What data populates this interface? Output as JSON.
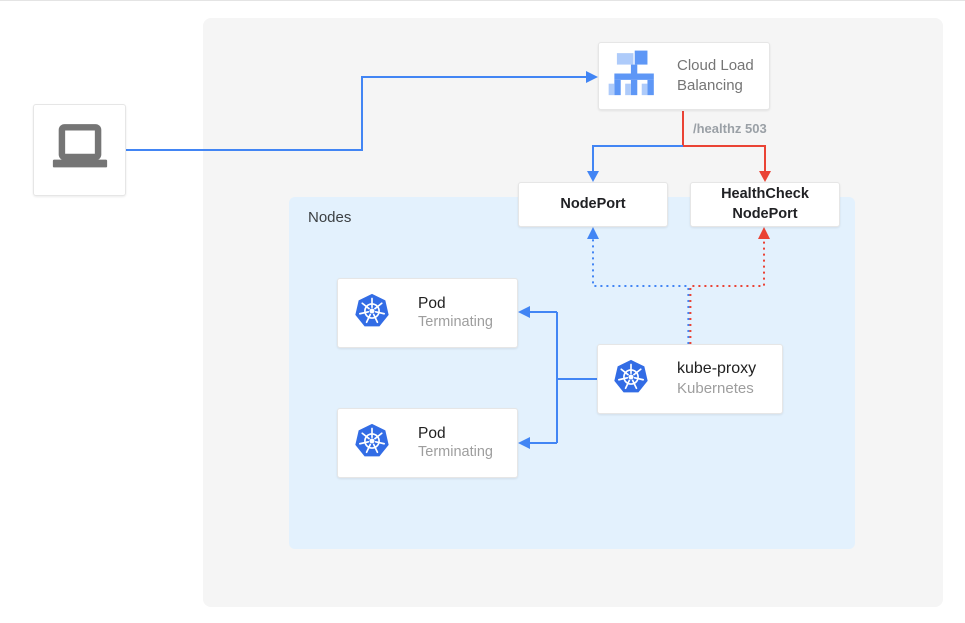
{
  "colors": {
    "blue": "#4285f4",
    "red": "#ea4335",
    "panel_bg": "#f5f5f5",
    "nodes_bg": "#e3f1fd",
    "k8s_blue": "#326ce5",
    "icon_gray": "#757575",
    "clb_light_blue": "#aecbfa",
    "clb_mid_blue": "#5e97f6"
  },
  "load_balancer": {
    "label": "Cloud Load Balancing"
  },
  "request_label": "/healthz 503",
  "nodes_panel": {
    "label": "Nodes"
  },
  "nodeport": {
    "label": "NodePort"
  },
  "healthcheck_nodeport": {
    "label": "HealthCheck NodePort"
  },
  "pods": [
    {
      "title": "Pod",
      "subtitle": "Terminating"
    },
    {
      "title": "Pod",
      "subtitle": "Terminating"
    }
  ],
  "kube_proxy": {
    "title": "kube-proxy",
    "subtitle": "Kubernetes"
  }
}
